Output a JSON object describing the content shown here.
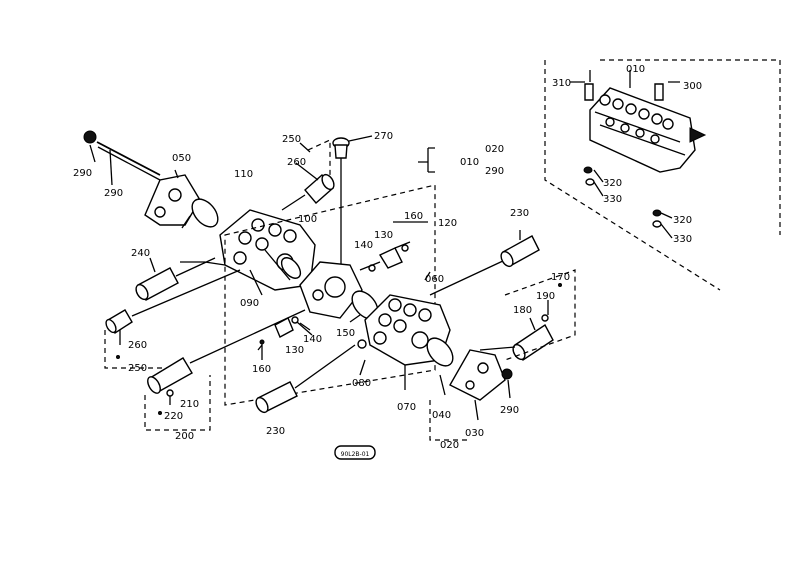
{
  "labels": {
    "p010_top": "010",
    "p300": "300",
    "p310": "310",
    "p320a": "320",
    "p330a": "330",
    "p320b": "320",
    "p330b": "330",
    "p010_ref": "010",
    "p020_ref": "020",
    "p290_ref": "290",
    "p290_nut": "290",
    "p290_rod": "290",
    "p050": "050",
    "p110": "110",
    "p100": "100",
    "p250_top": "250",
    "p260_top": "260",
    "p270": "270",
    "p120": "120",
    "p160_top": "160",
    "p130_top": "130",
    "p140_top": "140",
    "p240": "240",
    "p090": "090",
    "p260_bot": "260",
    "p250_bot": "250",
    "p150": "150",
    "p140_bot": "140",
    "p130_bot": "130",
    "p160_bot": "160",
    "p230_top": "230",
    "p060": "060",
    "p170": "170",
    "p180": "180",
    "p190": "190",
    "p080": "080",
    "p070": "070",
    "p040": "040",
    "p030": "030",
    "p020_bot": "020",
    "p290_bot": "290",
    "p210": "210",
    "p220": "220",
    "p200": "200",
    "p230_bot": "230"
  },
  "stamp": "90L2B-01"
}
